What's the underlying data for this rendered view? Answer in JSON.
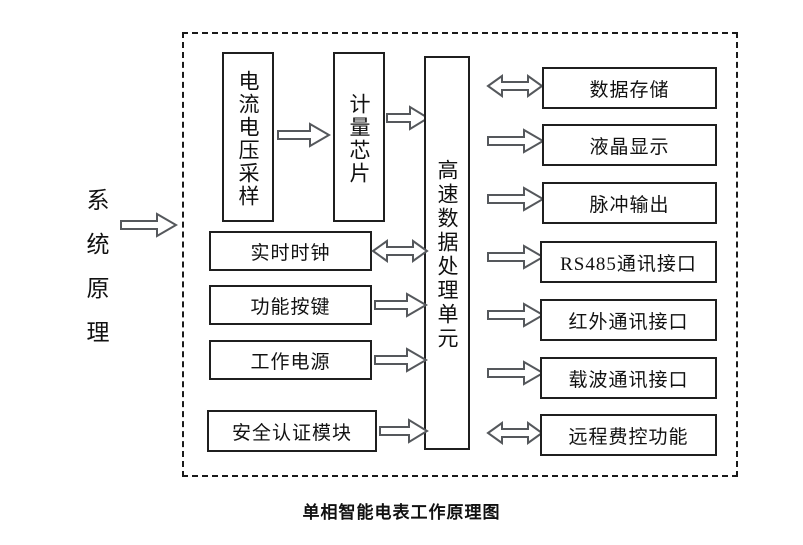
{
  "diagram": {
    "caption": "单相智能电表工作原理图",
    "system_label": {
      "chars": [
        "系",
        "统",
        "原",
        "理"
      ],
      "full": "系统原理"
    },
    "input_arrow": {
      "name": "system-input-arrow",
      "direction": "right"
    },
    "frame": {
      "style": "dashed",
      "color": "#1a1a1a"
    },
    "nodes": {
      "sampling": {
        "label": "电流电压采样",
        "orientation": "vertical"
      },
      "metering_chip": {
        "label": "计量芯片",
        "orientation": "vertical"
      },
      "processing_unit": {
        "label": "高速数据处理单元",
        "orientation": "vertical"
      },
      "rtc": {
        "label": "实时时钟",
        "orientation": "horizontal"
      },
      "function_keys": {
        "label": "功能按键",
        "orientation": "horizontal"
      },
      "power_supply": {
        "label": "工作电源",
        "orientation": "horizontal"
      },
      "security_module": {
        "label": "安全认证模块",
        "orientation": "horizontal"
      },
      "data_storage": {
        "label": "数据存储",
        "orientation": "horizontal"
      },
      "lcd_display": {
        "label": "液晶显示",
        "orientation": "horizontal"
      },
      "pulse_output": {
        "label": "脉冲输出",
        "orientation": "horizontal"
      },
      "rs485": {
        "label": "RS485通讯接口",
        "orientation": "horizontal"
      },
      "infrared": {
        "label": "红外通讯接口",
        "orientation": "horizontal"
      },
      "carrier": {
        "label": "载波通讯接口",
        "orientation": "horizontal"
      },
      "remote_fee_control": {
        "label": "远程费控功能",
        "orientation": "horizontal"
      }
    },
    "connections": [
      {
        "from": "system_input",
        "to": "frame",
        "type": "single-right"
      },
      {
        "from": "sampling",
        "to": "metering_chip",
        "type": "single-right"
      },
      {
        "from": "metering_chip",
        "to": "processing_unit",
        "type": "single-right"
      },
      {
        "from": "rtc",
        "to": "processing_unit",
        "type": "double"
      },
      {
        "from": "function_keys",
        "to": "processing_unit",
        "type": "single-right"
      },
      {
        "from": "power_supply",
        "to": "processing_unit",
        "type": "single-right"
      },
      {
        "from": "security_module",
        "to": "processing_unit",
        "type": "single-right"
      },
      {
        "from": "processing_unit",
        "to": "data_storage",
        "type": "double"
      },
      {
        "from": "processing_unit",
        "to": "lcd_display",
        "type": "single-right"
      },
      {
        "from": "processing_unit",
        "to": "pulse_output",
        "type": "single-right"
      },
      {
        "from": "processing_unit",
        "to": "rs485",
        "type": "single-right"
      },
      {
        "from": "processing_unit",
        "to": "infrared",
        "type": "single-right"
      },
      {
        "from": "processing_unit",
        "to": "carrier",
        "type": "single-right"
      },
      {
        "from": "processing_unit",
        "to": "remote_fee_control",
        "type": "double"
      }
    ],
    "colors": {
      "stroke": "#1f1f1f",
      "background": "#ffffff",
      "arrow_fill": "#ffffff",
      "arrow_stroke": "#55585c"
    }
  }
}
